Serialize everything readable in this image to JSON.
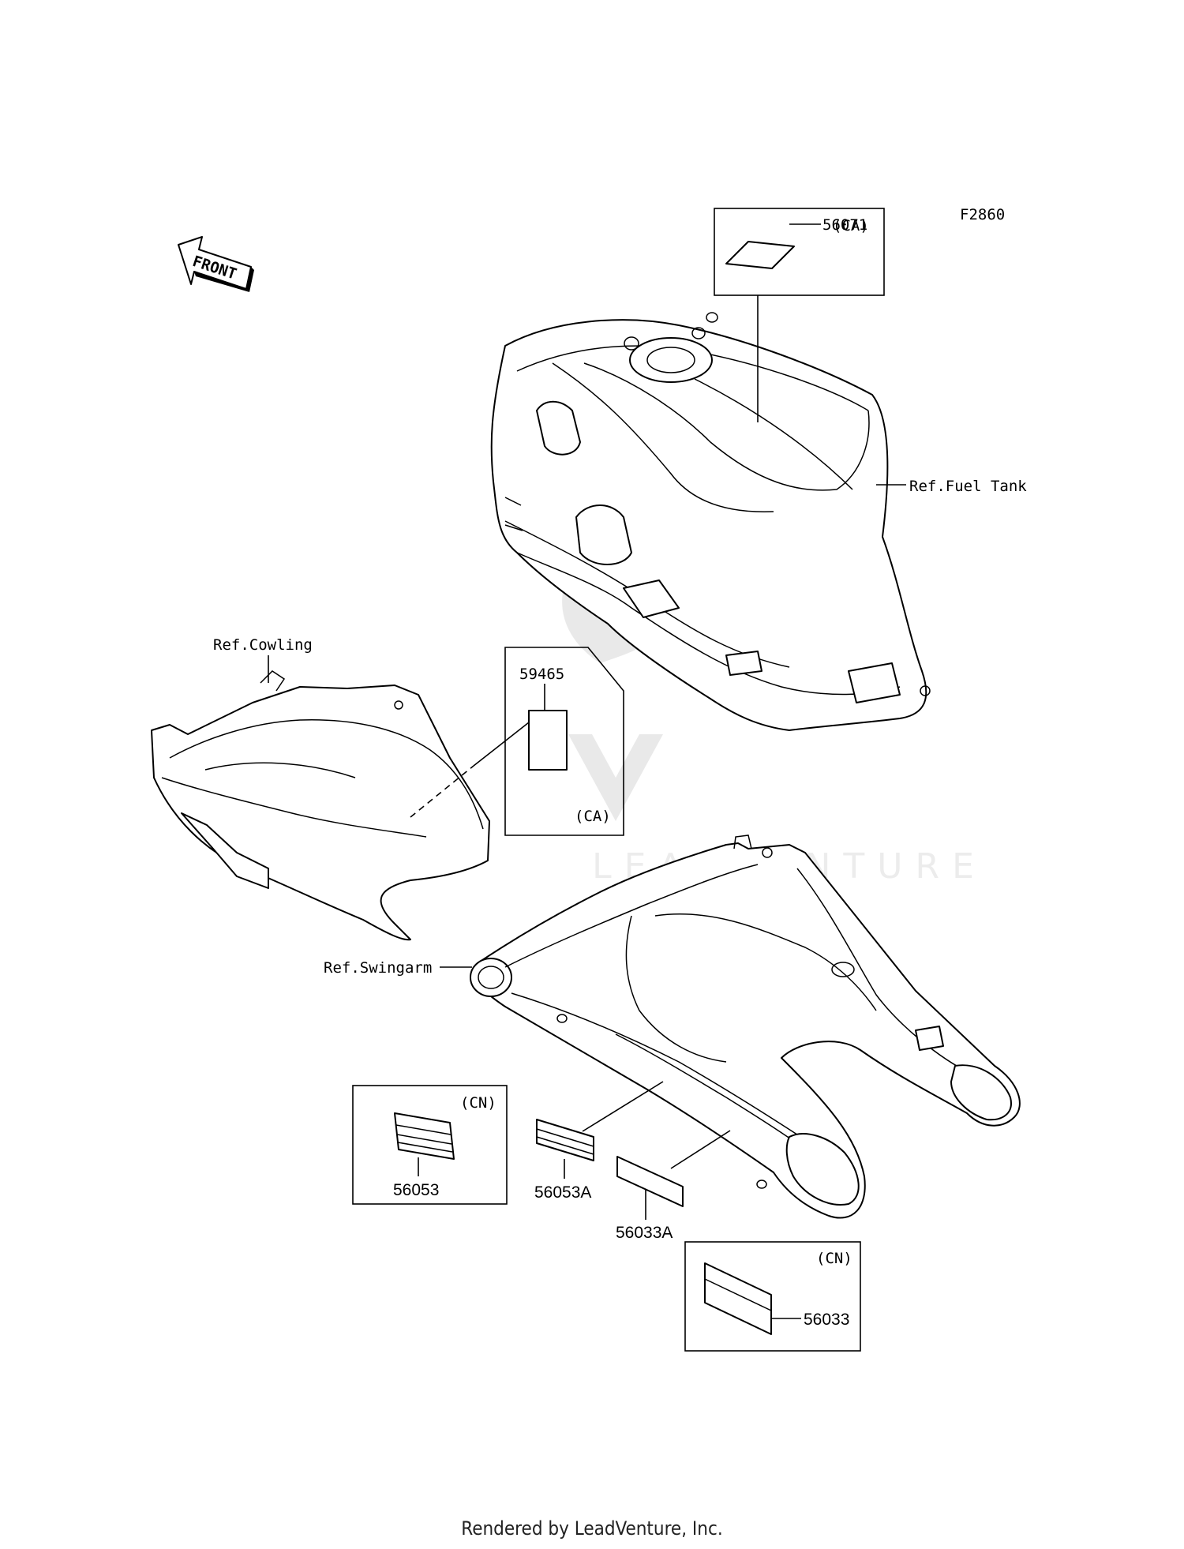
{
  "figure_code": "F2860",
  "front_label": "FRONT",
  "watermark": "LEADVENTURE",
  "references": {
    "fuel_tank": "Ref.Fuel Tank",
    "cowling": "Ref.Cowling",
    "swingarm": "Ref.Swingarm"
  },
  "parts": {
    "p56071": {
      "number": "56071",
      "region": "(CA)"
    },
    "p59465": {
      "number": "59465",
      "region": "(CA)"
    },
    "p56053": {
      "number": "56053",
      "region": "(CN)"
    },
    "p56053A": {
      "number": "56053A"
    },
    "p56033A": {
      "number": "56033A"
    },
    "p56033": {
      "number": "56033",
      "region": "(CN)"
    }
  },
  "footer": "Rendered by LeadVenture, Inc."
}
